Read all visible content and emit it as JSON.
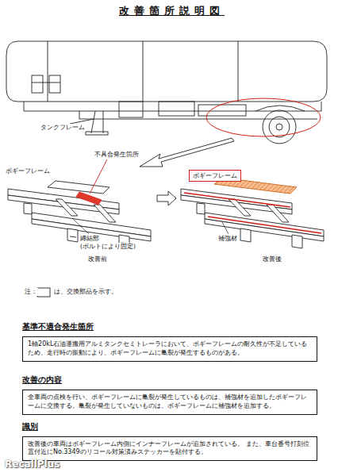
{
  "diagram": {
    "title": "改善箇所説明図",
    "nodes": [
      {
        "text": [
          "ボギーフレーム"
        ]
      },
      {
        "text": [
          "基準不適合発生箇所",
          "1軸20kL石油運搬用アルミタンクセミトレーラにおいて、ボギーフレームの耐久性が不足しているため、走行時の振動により、ボギーフレームに亀裂が発生するものがある。"
        ]
      },
      {
        "text": [
          "改善の内容",
          "全車両の点検を行い、ボギーフレームに亀裂が発生しているものは、補強材を追加したボギーフレームに交換する。亀裂が発生していないものは、ボギーフレームに補強材を追加する。"
        ]
      },
      {
        "text": [
          "識別",
          "改善後の車両はボギーフレーム内側にインナーフレームが追加されている。 また、車台番号打刻位置付近にNo.3349のリコール対策済みステッカーを貼付する。"
        ]
      }
    ],
    "labels": [
      "タンクフレーム",
      "不具合発生箇所",
      "ボギーフレーム",
      "締結部",
      "(ボルトにより固定)",
      "改善前",
      "補強材",
      "改善後",
      "注：",
      "は、交換部品を示す。",
      "RecallPlus"
    ]
  }
}
